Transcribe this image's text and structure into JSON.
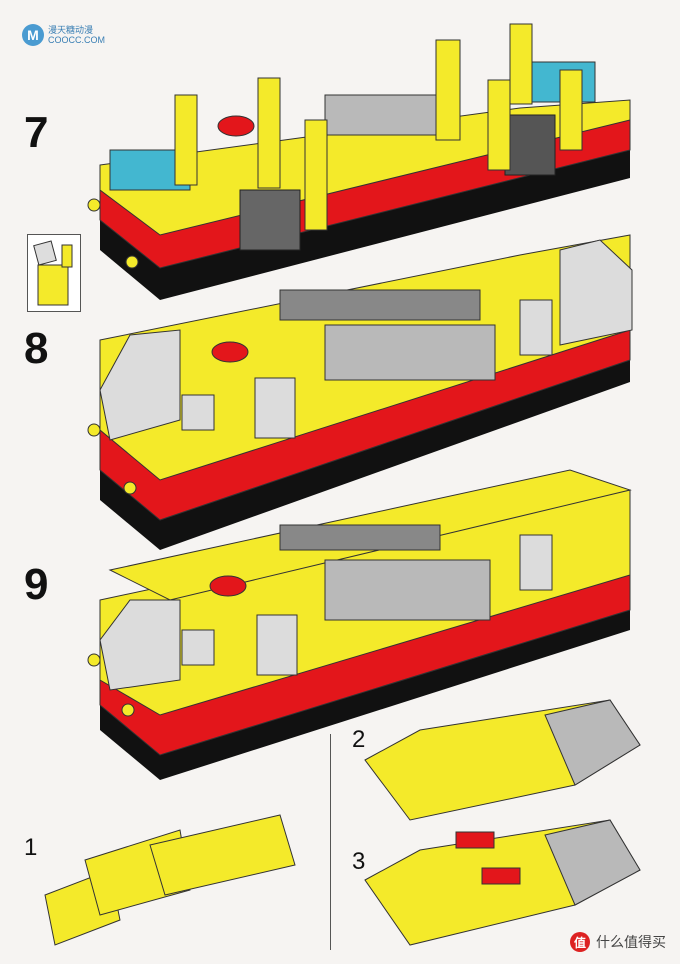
{
  "steps": {
    "s7": "7",
    "s8": "8",
    "s9": "9",
    "s1": "1",
    "s2": "2",
    "s3": "3"
  },
  "watermark_top": {
    "logo": "M",
    "line1": "漫天糖动漫",
    "line2": "COOCC.COM"
  },
  "watermark_bottom": {
    "badge": "值",
    "text": "什么值得买"
  },
  "colors": {
    "yellow": "#f4ea2a",
    "red": "#e3161b",
    "black": "#111111",
    "gray": "#b9b9b9",
    "blue": "#43b7d0",
    "clear": "#dcdcdc"
  }
}
